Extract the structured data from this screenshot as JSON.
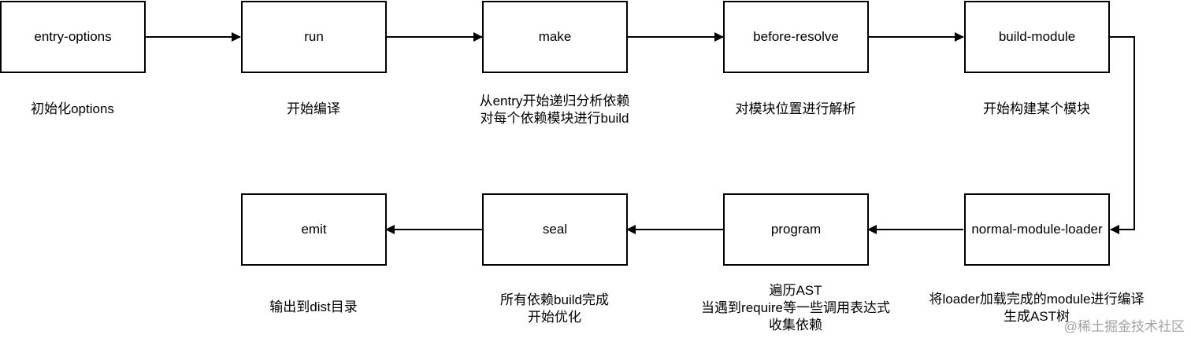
{
  "nodes": {
    "entry_options": "entry-options",
    "run": "run",
    "make": "make",
    "before_resolve": "before-resolve",
    "build_module": "build-module",
    "normal_module_loader": "normal-module-loader",
    "program": "program",
    "seal": "seal",
    "emit": "emit"
  },
  "notes": {
    "entry_options": [
      "初始化options"
    ],
    "run": [
      "开始编译"
    ],
    "make": [
      "从entry开始递归分析依赖",
      "对每个依赖模块进行build"
    ],
    "before_resolve": [
      "对模块位置进行解析"
    ],
    "build_module": [
      "开始构建某个模块"
    ],
    "normal_module_loader": [
      "将loader加载完成的module进行编译",
      "生成AST树"
    ],
    "program": [
      "遍历AST",
      "当遇到require等一些调用表达式",
      "收集依赖"
    ],
    "seal": [
      "所有依赖build完成",
      "开始优化"
    ],
    "emit": [
      "输出到dist目录"
    ]
  },
  "edges": [
    [
      "entry_options",
      "run"
    ],
    [
      "run",
      "make"
    ],
    [
      "make",
      "before_resolve"
    ],
    [
      "before_resolve",
      "build_module"
    ],
    [
      "build_module",
      "normal_module_loader"
    ],
    [
      "normal_module_loader",
      "program"
    ],
    [
      "program",
      "seal"
    ],
    [
      "seal",
      "emit"
    ]
  ],
  "watermark": "@稀土掘金技术社区"
}
